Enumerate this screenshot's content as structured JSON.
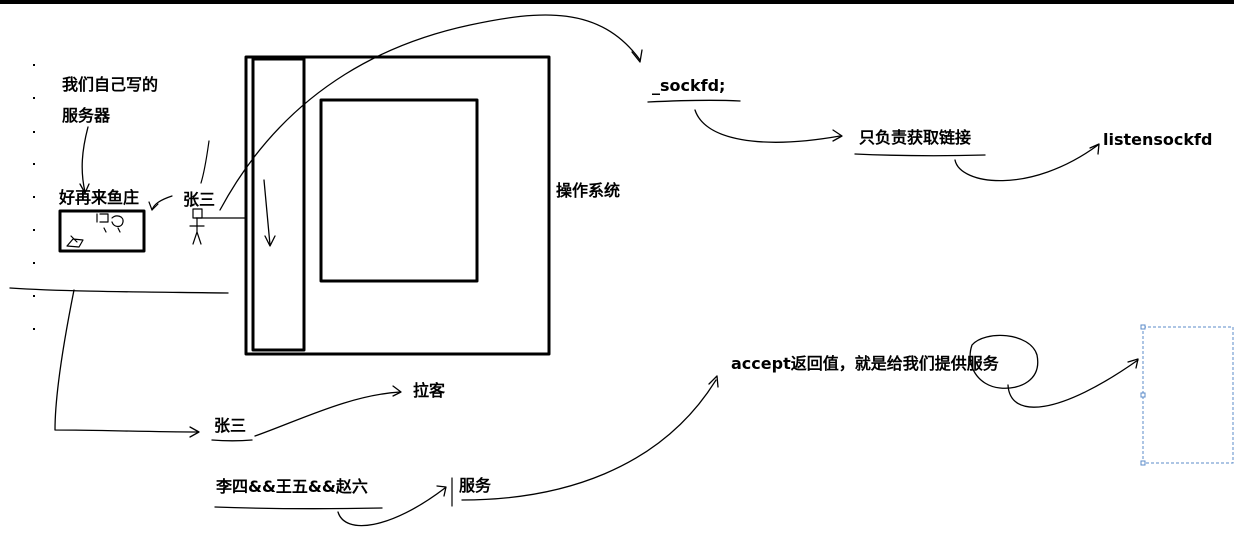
{
  "labels": {
    "our_server_line1": "我们自己写的",
    "our_server_line2": "服务器",
    "restaurant": "好再来鱼庄",
    "zhangsan_top": "张三",
    "os": "操作系统",
    "sockfd": "_sockfd;",
    "only_get_link": "只负责获取链接",
    "listensockfd": "listensockfd",
    "zhangsan_bottom": "张三",
    "lake": "拉客",
    "others": "李四&&王五&&赵六",
    "service": "服务",
    "accept_text": "accept返回值，就是给我们提供服务"
  }
}
